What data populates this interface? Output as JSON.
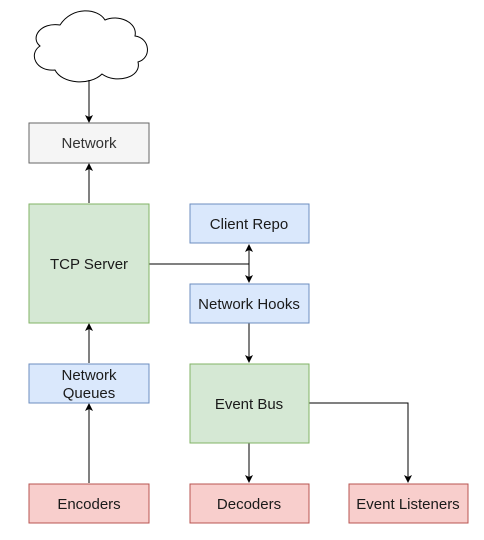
{
  "diagram": {
    "nodes": {
      "cloud": {
        "label": "",
        "shape": "cloud",
        "fill": "#ffffff",
        "stroke": "#000000"
      },
      "network": {
        "label": "Network",
        "fill": "#f5f5f5",
        "stroke": "#666666"
      },
      "tcp_server": {
        "label": "TCP Server",
        "fill": "#d5e8d4",
        "stroke": "#82b366"
      },
      "client_repo": {
        "label": "Client Repo",
        "fill": "#dae8fc",
        "stroke": "#6c8ebf"
      },
      "network_hooks": {
        "label": "Network Hooks",
        "fill": "#dae8fc",
        "stroke": "#6c8ebf"
      },
      "network_queues": {
        "label_line1": "Network",
        "label_line2": "Queues",
        "fill": "#dae8fc",
        "stroke": "#6c8ebf"
      },
      "event_bus": {
        "label": "Event Bus",
        "fill": "#d5e8d4",
        "stroke": "#82b366"
      },
      "encoders": {
        "label": "Encoders",
        "fill": "#f8cecc",
        "stroke": "#b85450"
      },
      "decoders": {
        "label": "Decoders",
        "fill": "#f8cecc",
        "stroke": "#b85450"
      },
      "event_listeners": {
        "label": "Event Listeners",
        "fill": "#f8cecc",
        "stroke": "#b85450"
      }
    },
    "edges": [
      {
        "from": "cloud",
        "to": "network"
      },
      {
        "from": "tcp_server",
        "to": "network"
      },
      {
        "from": "network_queues",
        "to": "tcp_server"
      },
      {
        "from": "encoders",
        "to": "network_queues"
      },
      {
        "from": "tcp_server",
        "to": "client_repo"
      },
      {
        "from": "tcp_server",
        "to": "network_hooks"
      },
      {
        "from": "network_hooks",
        "to": "event_bus"
      },
      {
        "from": "event_bus",
        "to": "decoders"
      },
      {
        "from": "event_bus",
        "to": "event_listeners"
      }
    ],
    "edge_color": "#000000"
  }
}
